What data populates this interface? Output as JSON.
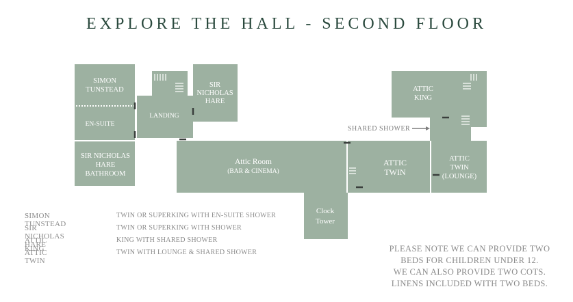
{
  "title": "EXPLORE THE HALL - SECOND FLOOR",
  "rooms": {
    "simon_tunstead": [
      "SIMON",
      "TUNSTEAD"
    ],
    "en_suite": "EN-SUITE",
    "landing": "LANDING",
    "sir_nicholas_hare": [
      "SIR",
      "NICHOLAS",
      "HARE"
    ],
    "sir_nicholas_bathroom": [
      "SIR NICHOLAS",
      "HARE",
      "BATHROOM"
    ],
    "attic_room": [
      "Attic Room",
      "(BAR & CINEMA)"
    ],
    "clock_tower": [
      "Clock",
      "Tower"
    ],
    "attic_twin": [
      "ATTIC",
      "TWIN"
    ],
    "attic_twin_lounge": [
      "ATTIC",
      "TWIN",
      "(LOUNGE)"
    ],
    "attic_king": [
      "ATTIC",
      "KING"
    ]
  },
  "shared_shower_label": "SHARED SHOWER",
  "legend": [
    {
      "room": "SIMON TUNSTEAD",
      "desc": "TWIN OR SUPERKING WITH EN-SUITE SHOWER"
    },
    {
      "room": "SIR NICHOLAS HARE",
      "desc": "TWIN OR SUPERKING WITH SHOWER"
    },
    {
      "room": "ATTIC KING",
      "desc": "KING WITH SHARED SHOWER"
    },
    {
      "room": "ATTIC TWIN",
      "desc": "TWIN WITH LOUNGE & SHARED SHOWER"
    }
  ],
  "notes": [
    "PLEASE NOTE WE CAN PROVIDE TWO",
    "BEDS FOR CHILDREN UNDER 12.",
    "WE CAN ALSO PROVIDE TWO COTS.",
    "LINENS INCLUDED WITH TWO BEDS."
  ]
}
